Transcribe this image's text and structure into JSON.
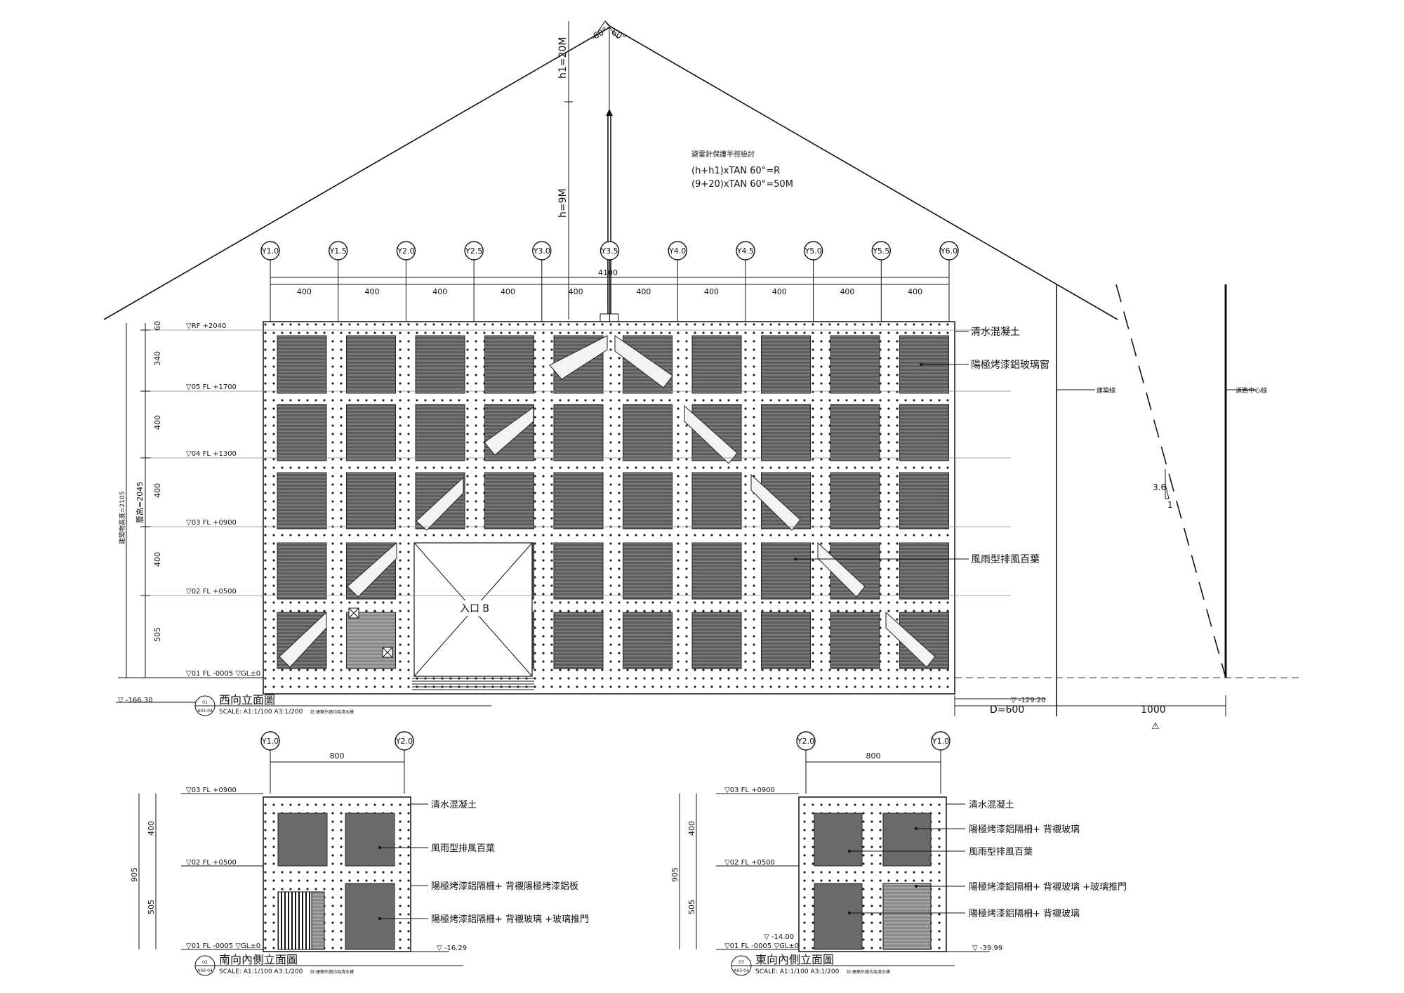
{
  "west_elevation": {
    "grid_labels": [
      "Y1.0",
      "Y1.5",
      "Y2.0",
      "Y2.5",
      "Y3.0",
      "Y3.5",
      "Y4.0",
      "Y4.5",
      "Y5.0",
      "Y5.5",
      "Y6.0"
    ],
    "span_dims": [
      "400",
      "400",
      "400",
      "400",
      "400",
      "400",
      "400",
      "400",
      "400",
      "400"
    ],
    "total_width": "4100",
    "levels": [
      {
        "name": "▽RF   +2040"
      },
      {
        "name": "▽05 FL +1700"
      },
      {
        "name": "▽04 FL +1300"
      },
      {
        "name": "▽03 FL +0900"
      },
      {
        "name": "▽02 FL +0500"
      },
      {
        "name": "▽01 FL -0005  ▽GL±0"
      }
    ],
    "level_dims": [
      "60",
      "340",
      "400",
      "400",
      "400",
      "505"
    ],
    "overall_height_a": "建築物高度=2105",
    "overall_height_b": "簷高=2045",
    "lightning": {
      "title": "避雷針保護半徑檢討",
      "formula1": "(h+h1)xTAN 60°=R",
      "formula2": "(9+20)xTAN 60°=50M",
      "h1": "h1=20M",
      "h": "h=9M",
      "angle_left": "60°",
      "angle_right": "60°"
    },
    "entrance": "入口 B",
    "callouts": [
      "清水混凝土",
      "陽極烤漆鋁玻璃窗",
      "風雨型排風百葉"
    ],
    "building_line": "建築線",
    "road_center": "道路中心線",
    "slope_num": "3.6",
    "slope_den": "1",
    "setback_d": "D=600",
    "road_dim": "1000",
    "delta": "⚠",
    "spot_left": "▽ -166.30",
    "spot_right": "▽ -129.20",
    "title_num": "01",
    "title_sheet": "A03-04",
    "title": "西向立面圖",
    "scale": "SCALE: A1:1/100   A3:1/200",
    "note": "註:建築外牆均為清水模"
  },
  "south_elevation": {
    "grid_labels": [
      "Y1.0",
      "Y2.0"
    ],
    "width_dim": "800",
    "levels": [
      "▽03 FL +0900",
      "▽02 FL +0500",
      "▽01 FL -0005  ▽GL±0"
    ],
    "level_dims": [
      "400",
      "505"
    ],
    "total_dim": "905",
    "callouts": [
      "清水混凝土",
      "風雨型排風百葉",
      "陽極烤漆鋁隔柵+ 背襯陽極烤漆鋁板",
      "陽極烤漆鋁隔柵+ 背襯玻璃 +玻璃推門"
    ],
    "spot": "▽ -16.29",
    "title_num": "02",
    "title_sheet": "A03-04",
    "title": "南向內側立面圖",
    "scale": "SCALE: A1:1/100   A3:1/200",
    "note": "註:建築外牆均為清水模"
  },
  "east_elevation": {
    "grid_labels": [
      "Y2.0",
      "Y1.0"
    ],
    "width_dim": "800",
    "levels": [
      "▽03 FL +0900",
      "▽02 FL +0500",
      "▽01 FL -0005  ▽GL±0"
    ],
    "level_dims": [
      "400",
      "505"
    ],
    "total_dim": "905",
    "callouts": [
      "清水混凝土",
      "陽極烤漆鋁隔柵+ 背襯玻璃",
      "風雨型排風百葉",
      "陽極烤漆鋁隔柵+ 背襯玻璃 +玻璃推門",
      "陽極烤漆鋁隔柵+ 背襯玻璃"
    ],
    "spot_a": "▽ -14.00",
    "spot_b": "▽ -39.99",
    "title_num": "03",
    "title_sheet": "A03-04",
    "title": "東向內側立面圖",
    "scale": "SCALE: A1:1/100   A3:1/200",
    "note": "註:建築外牆均為清水模"
  }
}
